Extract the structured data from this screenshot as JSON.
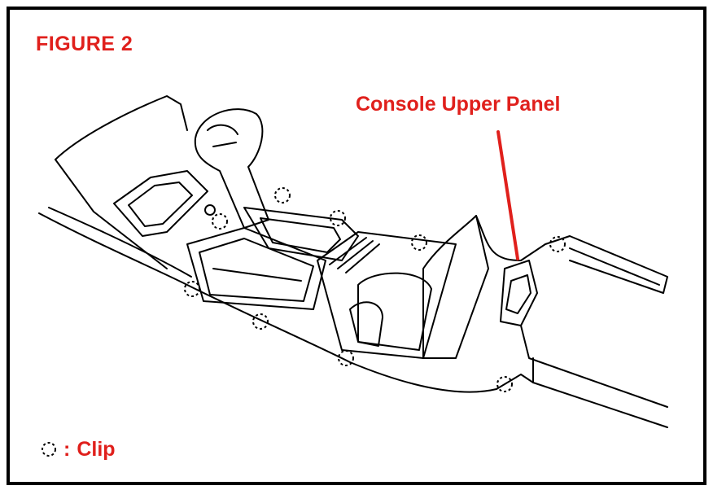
{
  "figure": {
    "title": "FIGURE 2",
    "callout_label": "Console Upper Panel",
    "legend": {
      "symbol": "clip-icon",
      "separator": ":",
      "label": "Clip"
    }
  },
  "colors": {
    "accent": "#e0201c",
    "line": "#000000",
    "background": "#ffffff"
  }
}
